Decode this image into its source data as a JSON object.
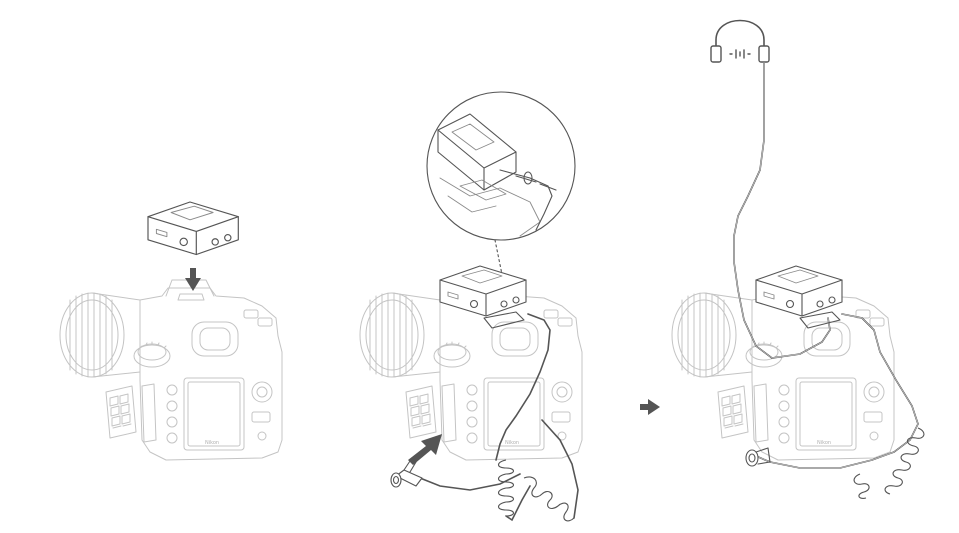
{
  "panels": [
    {
      "id": "step-1",
      "icons": [
        "receiver-device-icon",
        "down-arrow-icon",
        "camera-icon"
      ]
    },
    {
      "id": "step-2",
      "icons": [
        "receiver-device-icon",
        "camera-icon",
        "coiled-cable-icon",
        "audio-plug-icon",
        "magnifier-inset-icon",
        "right-arrow-icon"
      ]
    },
    {
      "id": "step-3",
      "icons": [
        "headphones-icon",
        "receiver-device-icon",
        "camera-icon",
        "coiled-cable-icon"
      ]
    }
  ],
  "camera": {
    "brand_text": "Nikon"
  },
  "colors": {
    "line": "#555555",
    "faded_line": "#c4c4c4",
    "arrow": "#555555",
    "background": "#ffffff"
  }
}
